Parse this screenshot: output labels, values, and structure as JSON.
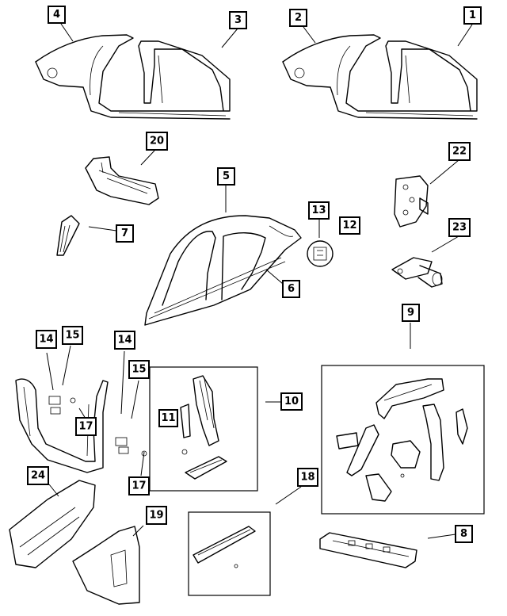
{
  "callouts": [
    {
      "id": "c1",
      "label": "1"
    },
    {
      "id": "c2",
      "label": "2"
    },
    {
      "id": "c3",
      "label": "3"
    },
    {
      "id": "c4",
      "label": "4"
    },
    {
      "id": "c5",
      "label": "5"
    },
    {
      "id": "c6",
      "label": "6"
    },
    {
      "id": "c7",
      "label": "7"
    },
    {
      "id": "c8",
      "label": "8"
    },
    {
      "id": "c9",
      "label": "9"
    },
    {
      "id": "c10",
      "label": "10"
    },
    {
      "id": "c11",
      "label": "11"
    },
    {
      "id": "c12",
      "label": "12"
    },
    {
      "id": "c13",
      "label": "13"
    },
    {
      "id": "c14a",
      "label": "14"
    },
    {
      "id": "c14b",
      "label": "14"
    },
    {
      "id": "c15a",
      "label": "15"
    },
    {
      "id": "c15b",
      "label": "15"
    },
    {
      "id": "c17a",
      "label": "17"
    },
    {
      "id": "c17b",
      "label": "17"
    },
    {
      "id": "c18",
      "label": "18"
    },
    {
      "id": "c19",
      "label": "19"
    },
    {
      "id": "c20",
      "label": "20"
    },
    {
      "id": "c22",
      "label": "22"
    },
    {
      "id": "c23",
      "label": "23"
    },
    {
      "id": "c24",
      "label": "24"
    }
  ]
}
